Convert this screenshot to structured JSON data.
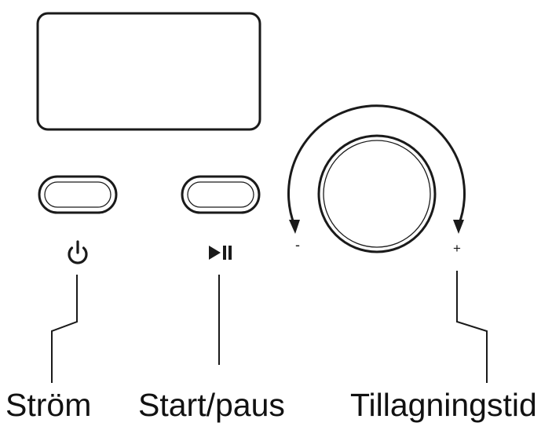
{
  "panel": {
    "display_text": "",
    "knob_minus": "-",
    "knob_plus": "+"
  },
  "icons": {
    "power": "power-icon",
    "play_pause": "play-pause-icon"
  },
  "labels": {
    "power": "Ström",
    "start_pause": "Start/paus",
    "cook_time": "Tillagningstid"
  },
  "colors": {
    "line": "#1a1a1a",
    "background": "#ffffff"
  }
}
